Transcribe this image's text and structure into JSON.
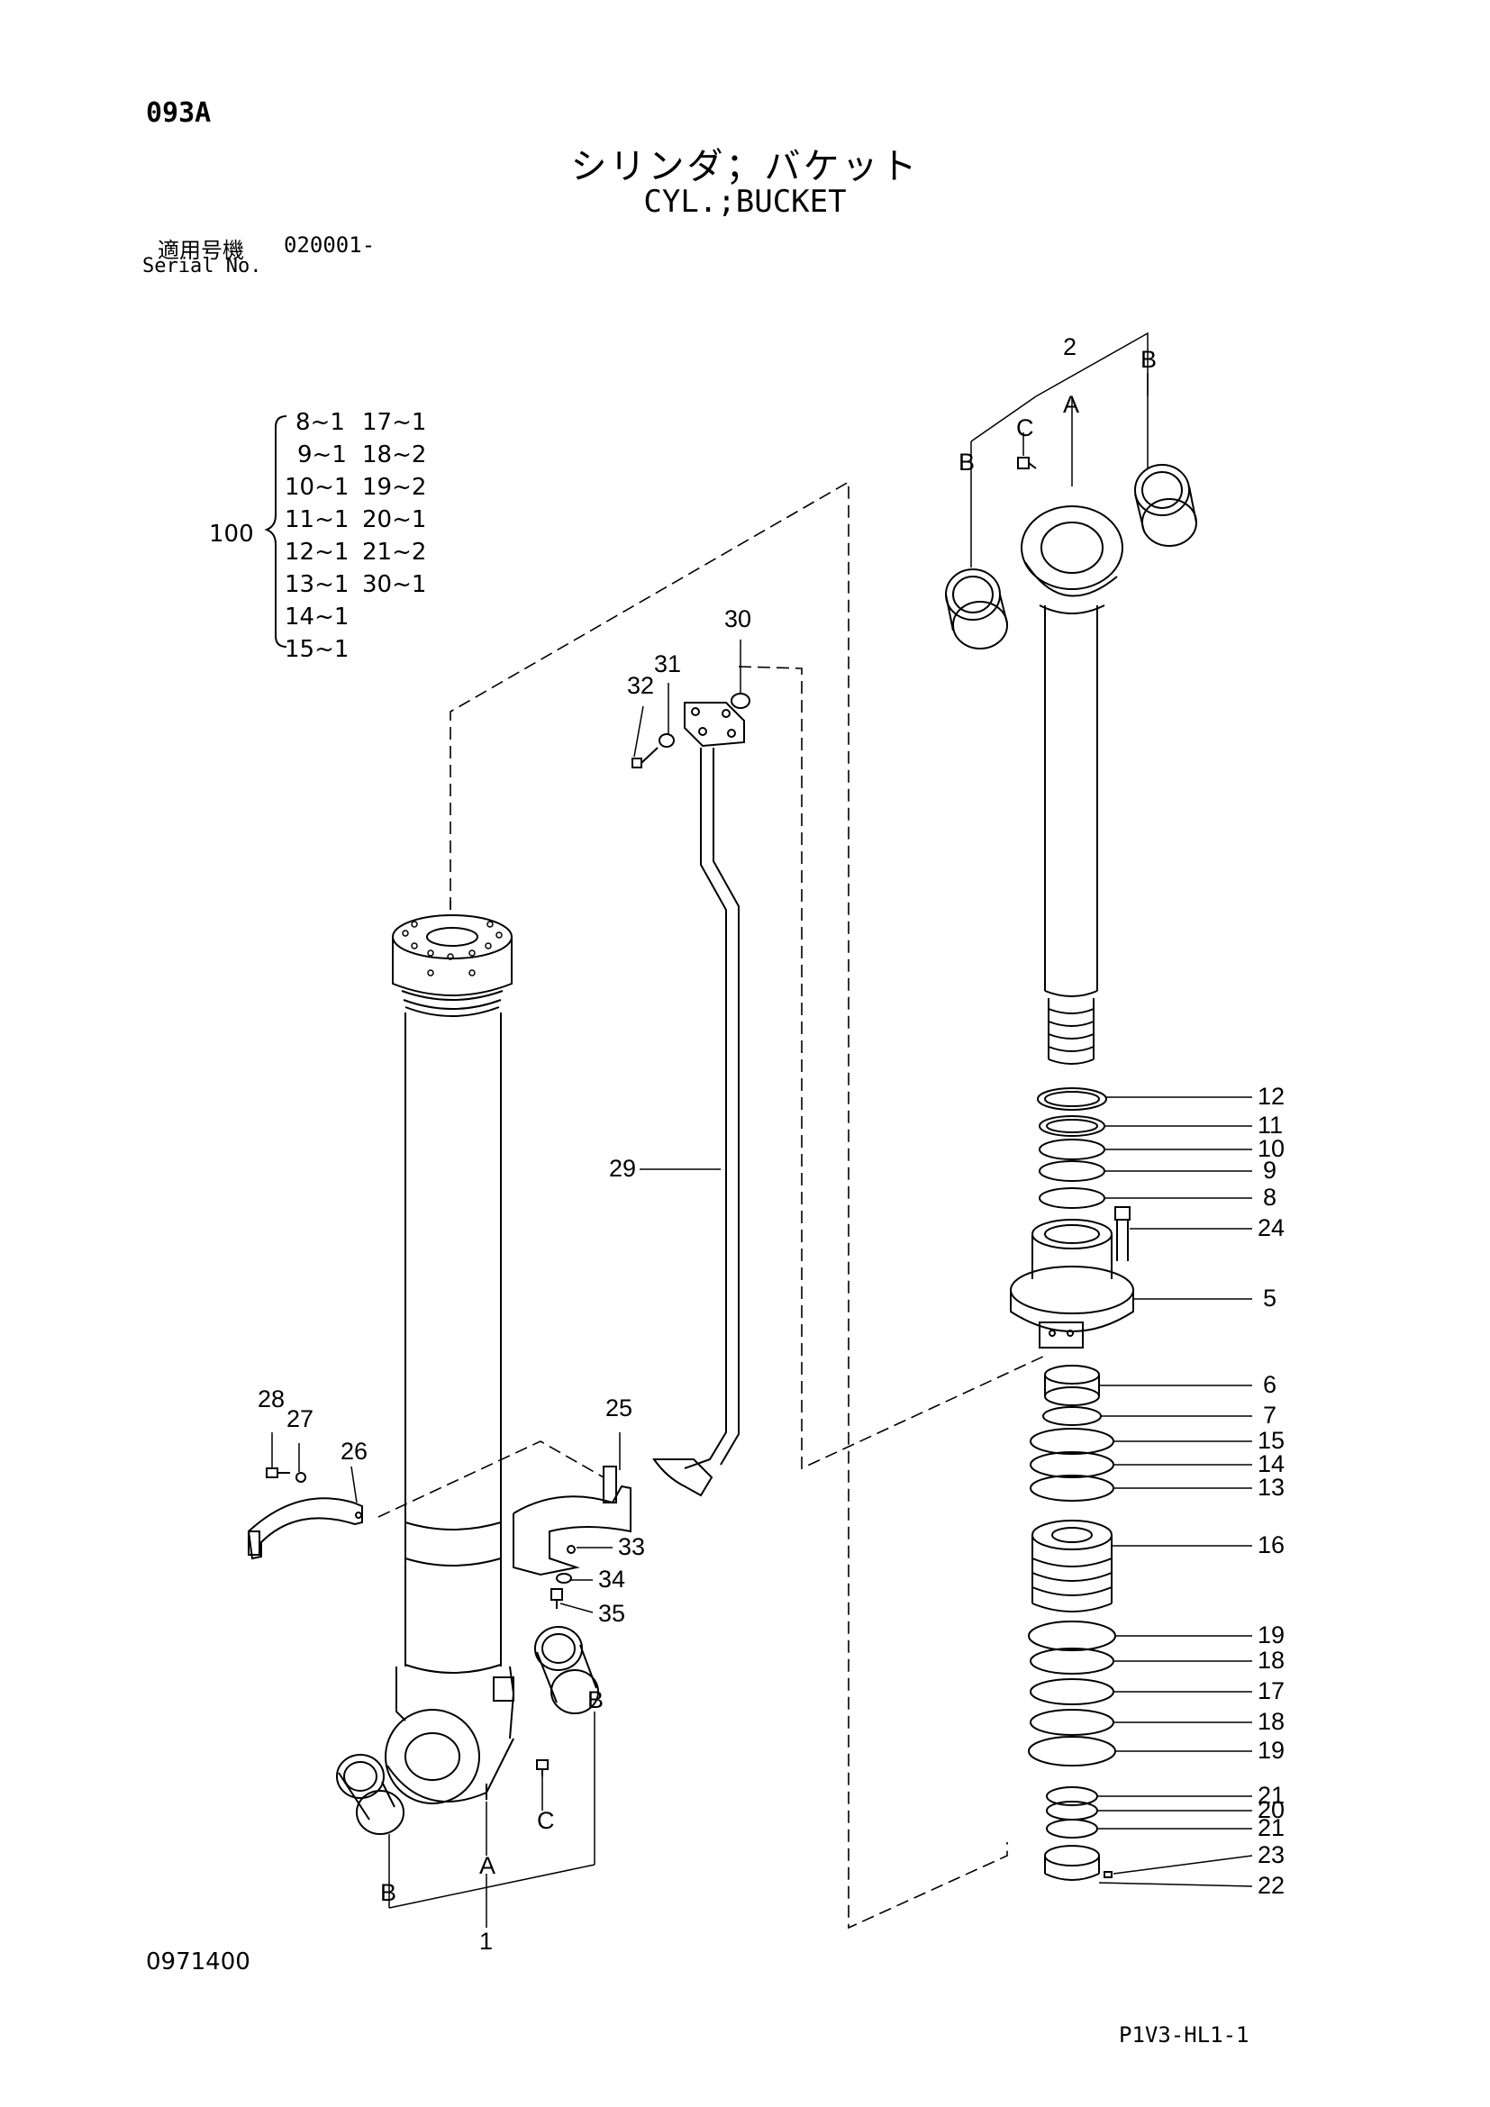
{
  "header": {
    "page_code": "093A",
    "title_jp": "シリンダ；バケット",
    "title_en": "CYL.;BUCKET",
    "serial_label_jp": "適用号機",
    "serial_value": "020001-",
    "serial_label_en": "Serial No."
  },
  "kit": {
    "number": "100",
    "col1": [
      "8~1",
      "9~1",
      "10~1",
      "11~1",
      "12~1",
      "13~1",
      "14~1",
      "15~1"
    ],
    "col2": [
      "17~1",
      "18~2",
      "19~2",
      "20~1",
      "21~2",
      "30~1"
    ]
  },
  "callouts": {
    "c1": "1",
    "c2": "2",
    "c5": "5",
    "c6": "6",
    "c7": "7",
    "c8": "8",
    "c9": "9",
    "c10": "10",
    "c11": "11",
    "c12": "12",
    "c13": "13",
    "c14": "14",
    "c15": "15",
    "c16": "16",
    "c17": "17",
    "c18a": "18",
    "c18b": "18",
    "c19a": "19",
    "c19b": "19",
    "c20": "20",
    "c21a": "21",
    "c21b": "21",
    "c22": "22",
    "c23": "23",
    "c24": "24",
    "c25": "25",
    "c26": "26",
    "c27": "27",
    "c28": "28",
    "c29": "29",
    "c30": "30",
    "c31": "31",
    "c32": "32",
    "c33": "33",
    "c34": "34",
    "c35": "35",
    "lA_left": "A",
    "lB_left1": "B",
    "lB_left2": "B",
    "lC_left": "C",
    "lA_right": "A",
    "lB_right1": "B",
    "lB_right2": "B",
    "lC_right": "C"
  },
  "footer": {
    "drawing_no": "0971400",
    "sheet_ref": "P1V3-HL1-1"
  }
}
